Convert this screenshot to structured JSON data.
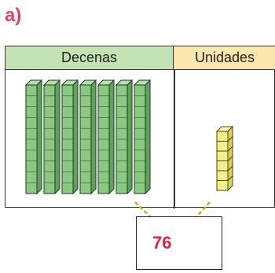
{
  "exercise_label": "a)",
  "table": {
    "tens_header": "Decenas",
    "units_header": "Unidades"
  },
  "blocks": {
    "tens_count": 7,
    "units_count": 6
  },
  "answer": {
    "value": "76"
  },
  "colors": {
    "label": "#e8425d",
    "tens_header_bg": "#c4e3b4",
    "units_header_bg": "#fbe6ad",
    "rod_fill": "#8cc784",
    "unit_fill": "#f3ef8a",
    "answer_text": "#e8223b",
    "connector": "#e0a020"
  }
}
